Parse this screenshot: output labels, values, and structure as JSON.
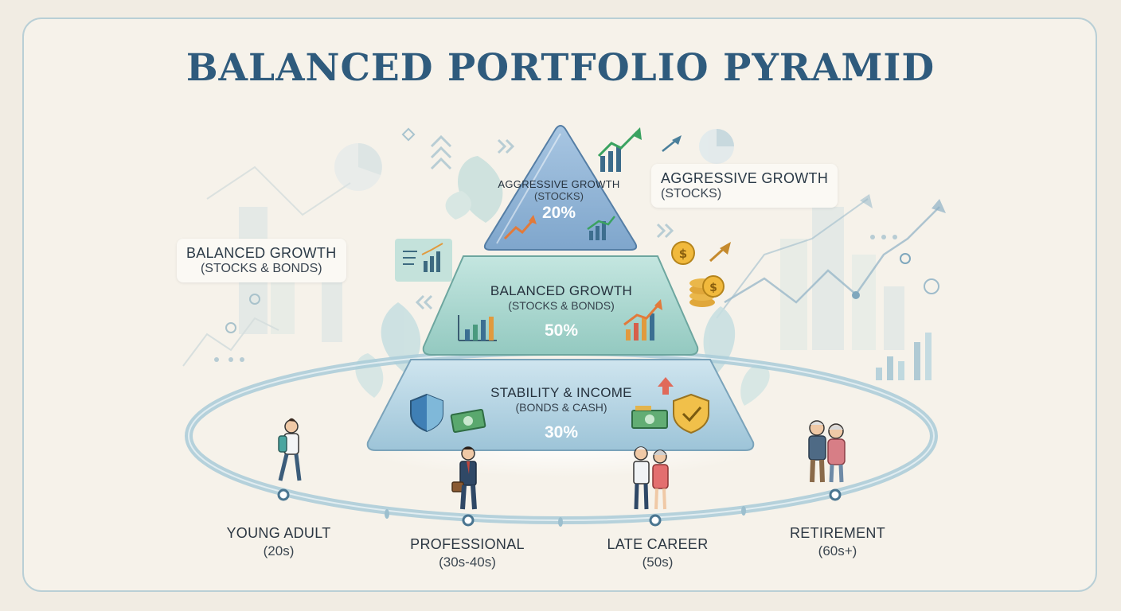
{
  "title": "BALANCED PORTFOLIO PYRAMID",
  "colors": {
    "title": "#2f5b7d",
    "tier_top": "#8fb3d6",
    "tier_mid": "#a9d6cf",
    "tier_bot": "#b7d7e6",
    "ring": "#a9cbd8"
  },
  "callouts": {
    "left": {
      "main": "BALANCED GROWTH",
      "sub": "(STOCKS & BONDS)"
    },
    "right": {
      "main": "AGGRESSIVE GROWTH",
      "sub": "(STOCKS)"
    }
  },
  "pyramid": {
    "tiers": [
      {
        "title": "AGGRESSIVE GROWTH",
        "subtitle": "(STOCKS)",
        "percent": "20%",
        "share": 20
      },
      {
        "title": "BALANCED GROWTH",
        "subtitle": "(STOCKS & BONDS)",
        "percent": "50%",
        "share": 50
      },
      {
        "title": "STABILITY & INCOME",
        "subtitle": "(BONDS & CASH)",
        "percent": "30%",
        "share": 30
      }
    ]
  },
  "stages": [
    {
      "name": "YOUNG ADULT",
      "age": "(20s)"
    },
    {
      "name": "PROFESSIONAL",
      "age": "(30s-40s)"
    },
    {
      "name": "LATE CAREER",
      "age": "(50s)"
    },
    {
      "name": "RETIREMENT",
      "age": "(60s+)"
    }
  ],
  "icons": [
    "bar-chart-icon",
    "trend-arrow-icon",
    "shield-icon",
    "shield-check-icon",
    "cash-icon",
    "coin-icon",
    "leaf-icon",
    "pie-chart-icon",
    "person-icon",
    "couple-icon"
  ]
}
